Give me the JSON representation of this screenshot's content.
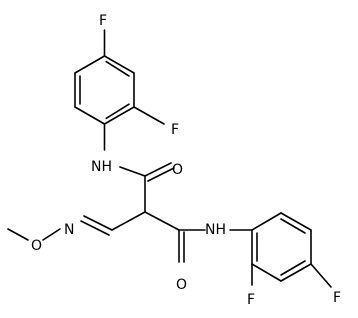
{
  "atoms": {
    "f_top": "F",
    "f_upper_ring_ortho": "F",
    "nh_upper": "NH",
    "o_upper_carbonyl": "O",
    "o_methoxy": "O",
    "n_oxime": "N",
    "nh_lower": "NH",
    "o_lower_carbonyl": "O",
    "f_lower_ring_ortho": "F",
    "f_right": "F"
  }
}
